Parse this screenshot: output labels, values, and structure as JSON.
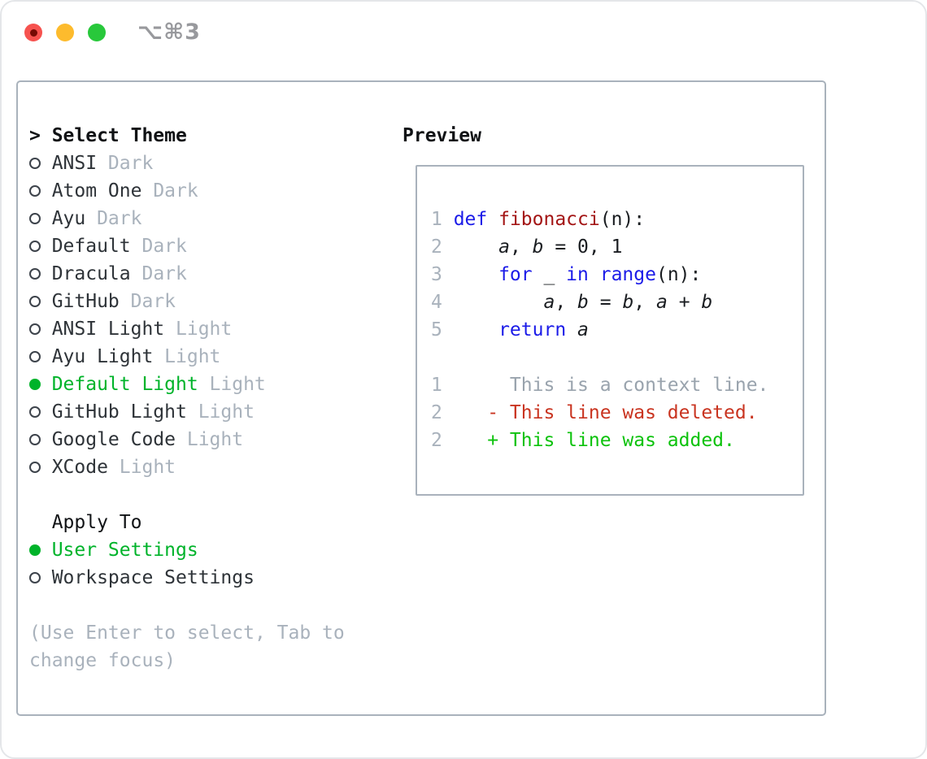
{
  "window": {
    "shortcut_label": "⌥⌘3"
  },
  "colors": {
    "background": "#ffffff",
    "panel_border": "#a9b2bc",
    "heading_text": "#101215",
    "item_text": "#2e3338",
    "muted_text": "#a9b2bc",
    "context_gray": "#99a3ad",
    "selection_green": "#00b32a",
    "added_green": "#0cc20c",
    "deleted_red": "#c93420",
    "function_red": "#a31515",
    "keyword_blue": "#1b1be8",
    "code_text": "#1a1d21",
    "traffic_red": "#f6524f",
    "traffic_red_dot": "#750b05",
    "traffic_yellow": "#fdbb2d",
    "traffic_green": "#28c83b",
    "shortcut_text": "#98999d"
  },
  "theme_panel": {
    "header": {
      "cursor": ">",
      "label": "Select Theme"
    },
    "items": [
      {
        "name": "ANSI",
        "variant": "Dark",
        "selected": false
      },
      {
        "name": "Atom One",
        "variant": "Dark",
        "selected": false
      },
      {
        "name": "Ayu",
        "variant": "Dark",
        "selected": false
      },
      {
        "name": "Default",
        "variant": "Dark",
        "selected": false
      },
      {
        "name": "Dracula",
        "variant": "Dark",
        "selected": false
      },
      {
        "name": "GitHub",
        "variant": "Dark",
        "selected": false
      },
      {
        "name": "ANSI Light",
        "variant": "Light",
        "selected": false
      },
      {
        "name": "Ayu Light",
        "variant": "Light",
        "selected": false
      },
      {
        "name": "Default Light",
        "variant": "Light",
        "selected": true
      },
      {
        "name": "GitHub Light",
        "variant": "Light",
        "selected": false
      },
      {
        "name": "Google Code",
        "variant": "Light",
        "selected": false
      },
      {
        "name": "XCode",
        "variant": "Light",
        "selected": false
      }
    ],
    "apply_to": {
      "label": "Apply To",
      "options": [
        {
          "label": "User Settings",
          "selected": true
        },
        {
          "label": "Workspace Settings",
          "selected": false
        }
      ]
    },
    "hint_lines": [
      "(Use Enter to select, Tab to",
      "change focus)"
    ]
  },
  "preview": {
    "title": "Preview",
    "code_lines": [
      {
        "num": "1",
        "segments": [
          {
            "t": "def",
            "c": "kw"
          },
          {
            "t": " ",
            "c": "pl"
          },
          {
            "t": "fibonacci",
            "c": "fn"
          },
          {
            "t": "(n):",
            "c": "pl"
          }
        ]
      },
      {
        "num": "2",
        "segments": [
          {
            "t": "    ",
            "c": "pl"
          },
          {
            "t": "a",
            "c": "var"
          },
          {
            "t": ", ",
            "c": "pl"
          },
          {
            "t": "b",
            "c": "var"
          },
          {
            "t": " = 0, 1",
            "c": "pl"
          }
        ]
      },
      {
        "num": "3",
        "segments": [
          {
            "t": "    ",
            "c": "pl"
          },
          {
            "t": "for",
            "c": "kw"
          },
          {
            "t": " _ ",
            "c": "pl"
          },
          {
            "t": "in",
            "c": "kw"
          },
          {
            "t": " ",
            "c": "pl"
          },
          {
            "t": "range",
            "c": "kw"
          },
          {
            "t": "(n):",
            "c": "pl"
          }
        ]
      },
      {
        "num": "4",
        "segments": [
          {
            "t": "        ",
            "c": "pl"
          },
          {
            "t": "a",
            "c": "var"
          },
          {
            "t": ", ",
            "c": "pl"
          },
          {
            "t": "b",
            "c": "var"
          },
          {
            "t": " = ",
            "c": "pl"
          },
          {
            "t": "b",
            "c": "var"
          },
          {
            "t": ", ",
            "c": "pl"
          },
          {
            "t": "a",
            "c": "var"
          },
          {
            "t": " + ",
            "c": "pl"
          },
          {
            "t": "b",
            "c": "var"
          }
        ]
      },
      {
        "num": "5",
        "segments": [
          {
            "t": "    ",
            "c": "pl"
          },
          {
            "t": "return",
            "c": "kw"
          },
          {
            "t": " ",
            "c": "pl"
          },
          {
            "t": "a",
            "c": "var"
          }
        ]
      },
      {
        "num": "",
        "segments": []
      },
      {
        "num": "1",
        "segments": [
          {
            "t": "     This is a context line.",
            "c": "ctx"
          }
        ]
      },
      {
        "num": "2",
        "segments": [
          {
            "t": "   - This line was deleted.",
            "c": "del"
          }
        ]
      },
      {
        "num": "2",
        "segments": [
          {
            "t": "   + This line was added.",
            "c": "add"
          }
        ]
      }
    ]
  }
}
